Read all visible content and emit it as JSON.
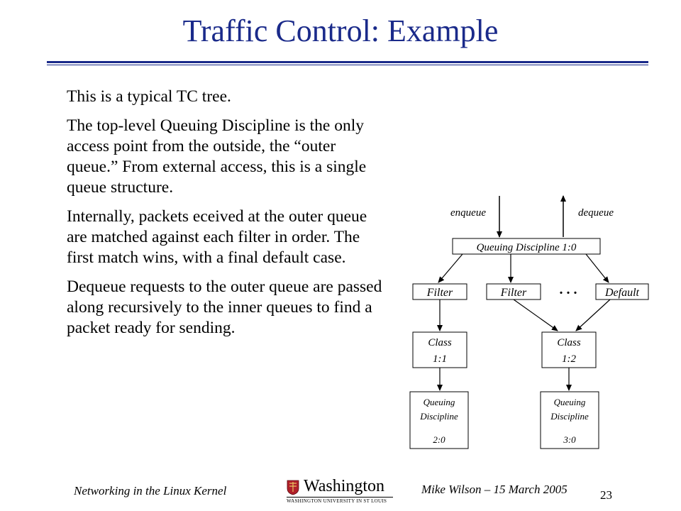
{
  "title": "Traffic Control: Example",
  "paragraphs": [
    "This is a typical TC tree.",
    "The top-level Queuing Discipline is the only access point from the outside, the “outer queue.”  From external access, this is a single queue structure.",
    "Internally, packets eceived at the outer queue are matched against each filter in order.  The first match wins, with a final default case.",
    "Dequeue requests to the outer queue are passed along recursively to the inner queues to find a packet ready for sending."
  ],
  "diagram": {
    "enqueue": "enqueue",
    "dequeue": "dequeue",
    "root": "Queuing Discipline 1:0",
    "filter1": "Filter",
    "filter2": "Filter",
    "ellipsis": ". . .",
    "default": "Default",
    "class1": [
      "Class",
      "1:1"
    ],
    "class2": [
      "Class",
      "1:2"
    ],
    "qdisc2": [
      "Queuing",
      "Discipline",
      "2:0"
    ],
    "qdisc3": [
      "Queuing",
      "Discipline",
      "3:0"
    ]
  },
  "footer": {
    "left": "Networking in the Linux Kernel",
    "logo_name": "Washington",
    "logo_sub": "WASHINGTON UNIVERSITY IN ST LOUIS",
    "right": "Mike Wilson – 15 March 2005",
    "page": "23"
  },
  "colors": {
    "title": "#1a2a8a",
    "rule": "#1a2a8a",
    "logo_shield": "#b0202a"
  }
}
